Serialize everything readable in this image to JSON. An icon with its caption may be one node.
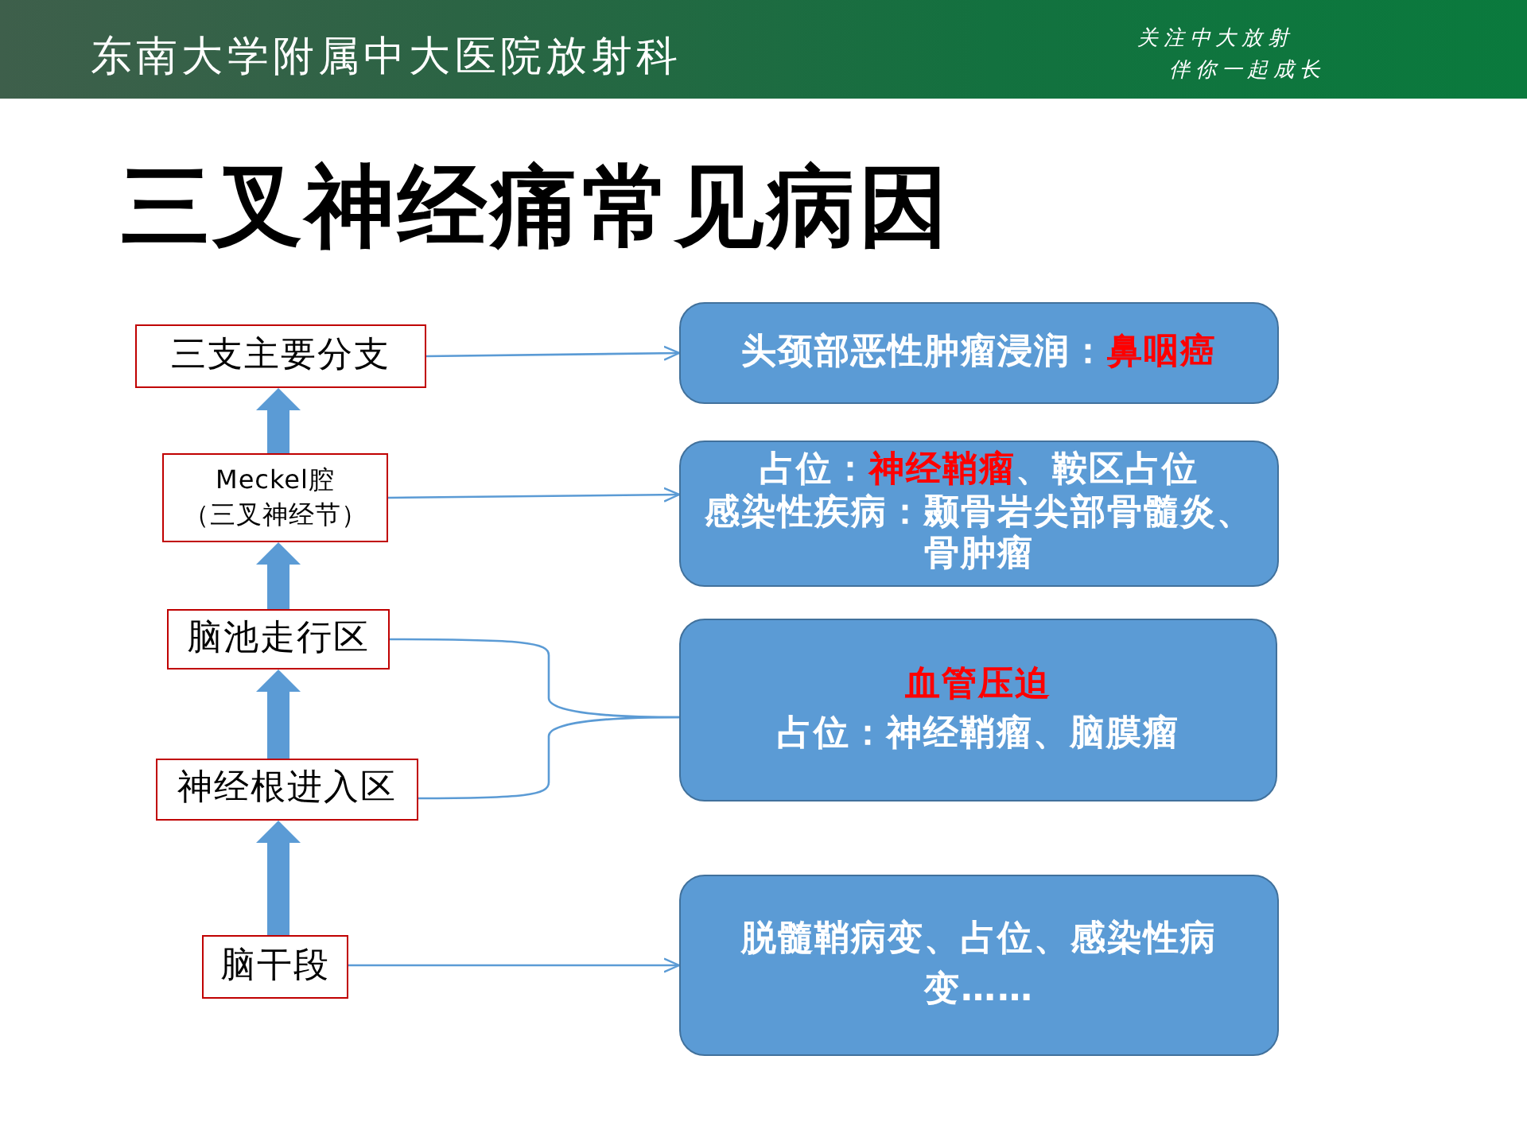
{
  "diagram": {
    "title": "三叉神经痛常见病因",
    "nodes": [
      {
        "text": [
          "三支主要分支"
        ]
      },
      {
        "text": [
          "Meckel腔",
          "（三叉神经节）"
        ]
      },
      {
        "text": [
          "脑池走行区"
        ]
      },
      {
        "text": [
          "神经根进入区"
        ]
      },
      {
        "text": [
          "脑干段"
        ]
      },
      {
        "text": [
          "头颈部恶性肿瘤浸润：**鼻咽癌**"
        ]
      },
      {
        "text": [
          "占位：**神经鞘瘤**、鞍区占位",
          "感染性疾病：颞骨岩尖部骨髓炎、骨肿瘤"
        ]
      },
      {
        "text": [
          "血管压迫",
          "占位：神经鞘瘤、脑膜瘤"
        ]
      },
      {
        "text": [
          "脱髓鞘病变、占位、感染性病变……"
        ]
      }
    ],
    "edges": [
      {
        "from": 4,
        "to": 3,
        "arrow": "to",
        "style": "thick"
      },
      {
        "from": 3,
        "to": 2,
        "arrow": "to",
        "style": "thick"
      },
      {
        "from": 2,
        "to": 1,
        "arrow": "to",
        "style": "thick"
      },
      {
        "from": 1,
        "to": 0,
        "arrow": "to",
        "style": "thick"
      },
      {
        "from": 0,
        "to": 5,
        "arrow": "to"
      },
      {
        "from": 1,
        "to": 6,
        "arrow": "to"
      },
      {
        "from": 2,
        "to": 7,
        "arrow": "none"
      },
      {
        "from": 3,
        "to": 7,
        "arrow": "none"
      },
      {
        "from": 4,
        "to": 8,
        "arrow": "to"
      }
    ],
    "labels": [
      "东南大学附属中大医院放射科",
      "关注中大放射",
      "伴你一起成长"
    ]
  }
}
